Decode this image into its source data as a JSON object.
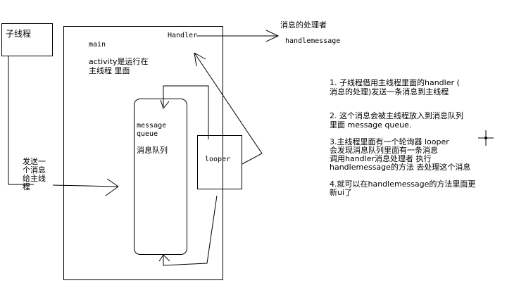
{
  "worker_thread": "子线程",
  "main": {
    "label": "main",
    "activity_line1": "activity是运行在",
    "activity_line2": "主线程 里面"
  },
  "handler": "Handler",
  "processor": {
    "title": "消息的处理者",
    "method": "handlemessage"
  },
  "queue": {
    "line1": "message",
    "line2": "queue",
    "cn": "消息队列"
  },
  "looper": "looper",
  "send": {
    "line1": "发送一",
    "line2": "个消息",
    "line3": "给主线",
    "line4": "程"
  },
  "notes": {
    "n1_line1": "1. 子线程借用主线程里面的handler (",
    "n1_line2": "消息的处理)发送一条消息到主线程",
    "n2_line1": "2. 这个消息会被主线程放入到消息队列",
    "n2_line2": "里面 message queue.",
    "n3_line1": "3.主线程里面有一个轮询器 looper",
    "n3_line2": "会发现消息队列里面有一条消息",
    "n3_line3": "调用handler消息处理者 执行",
    "n3_line4": "handlemessage的方法 去处理这个消息",
    "n4_line1": "4.就可以在handlemessage的方法里面更",
    "n4_line2": "新ui了"
  }
}
